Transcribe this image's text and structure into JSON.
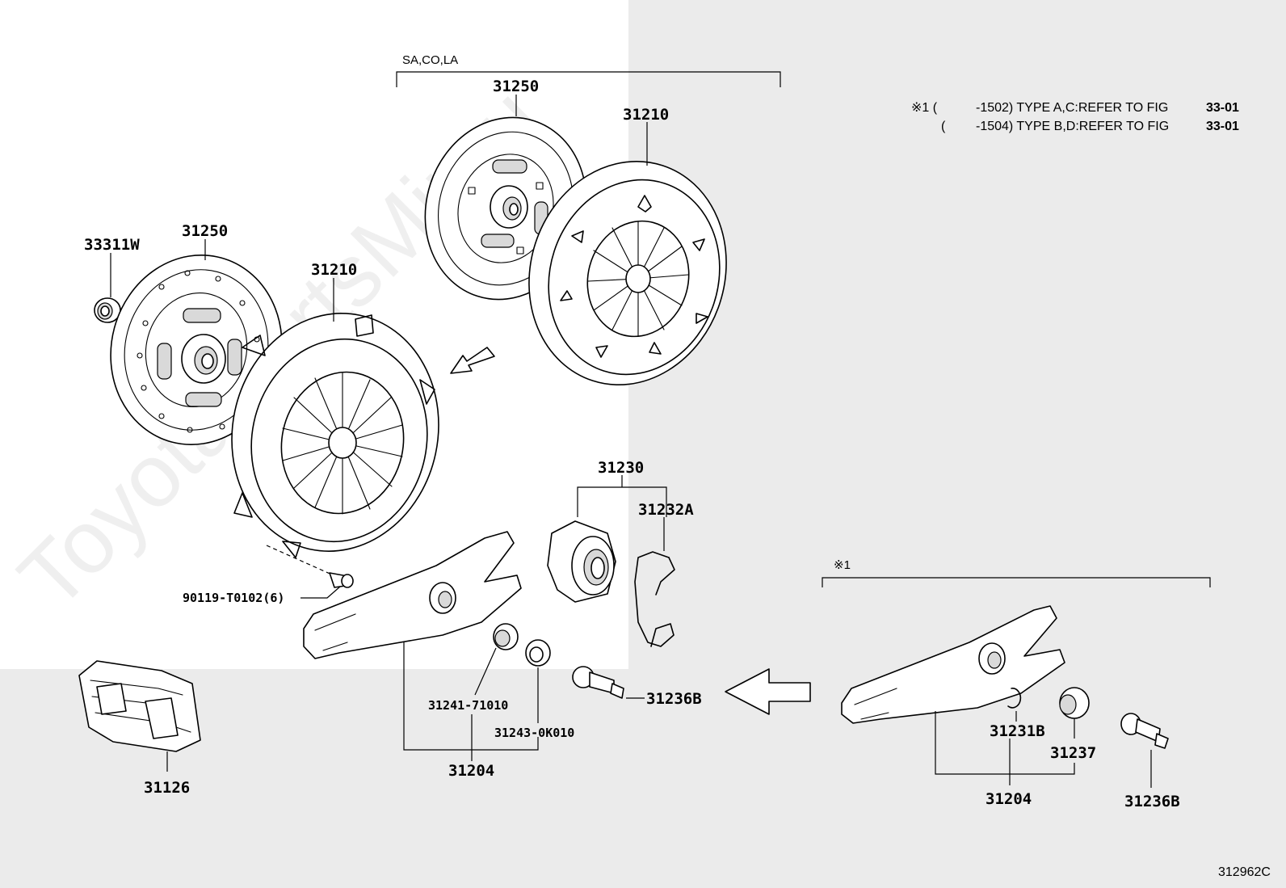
{
  "watermark": "ToyotaPartsMir.ru",
  "groups": {
    "sa_co_la": "SA,CO,LA",
    "ref_mark": "※1"
  },
  "notes": [
    {
      "prefix": "※1 (",
      "code": "-1502) TYPE A,C:REFER TO FIG",
      "fig": "33-01"
    },
    {
      "prefix": "(",
      "code": "-1504) TYPE B,D:REFER TO FIG",
      "fig": "33-01"
    }
  ],
  "parts": {
    "p33311w": "33311W",
    "p31250_left": "31250",
    "p31210_left": "31210",
    "p31250_top": "31250",
    "p31210_top": "31210",
    "p90119": "90119-T0102(6)",
    "p31230": "31230",
    "p31232a": "31232A",
    "p31241": "31241-71010",
    "p31243": "31243-0K010",
    "p31236b_mid": "31236B",
    "p31204_mid": "31204",
    "p31126": "31126",
    "p31231b": "31231B",
    "p31237": "31237",
    "p31204_right": "31204",
    "p31236b_right": "31236B"
  },
  "diagram_code": "312962C"
}
